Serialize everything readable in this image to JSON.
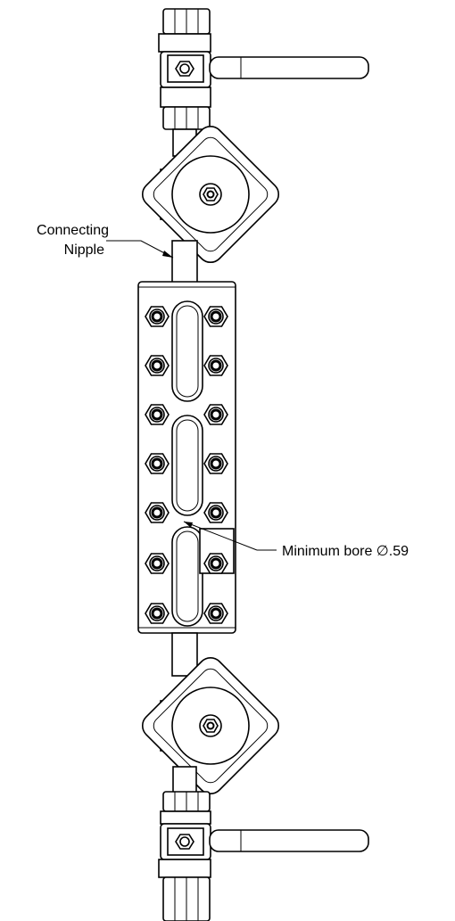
{
  "labels": {
    "connecting_nipple_line1": "Connecting",
    "connecting_nipple_line2": "Nipple",
    "minimum_bore": "Minimum bore ∅.59"
  }
}
